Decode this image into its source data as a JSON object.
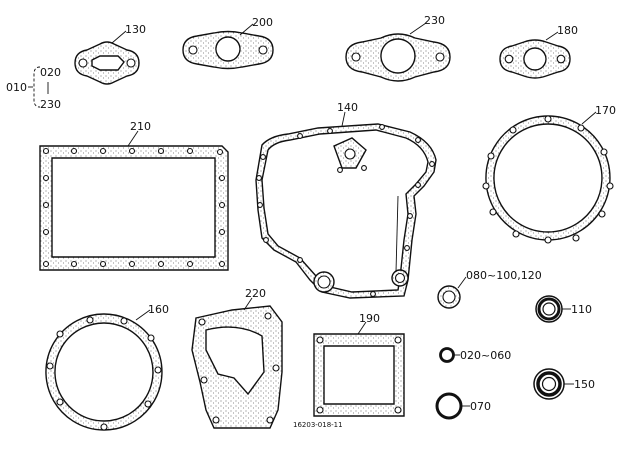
{
  "parts": {
    "p130": "130",
    "p200": "200",
    "p230": "230",
    "p180": "180",
    "p010": "010",
    "p020": "020",
    "p230b": "230",
    "p140": "140",
    "p210": "210",
    "p170": "170",
    "p080": "080~100,120",
    "p110": "110",
    "p160": "160",
    "p220": "220",
    "p190": "190",
    "p020r": "020~060",
    "p070": "070",
    "p150": "150"
  },
  "drawing_code": "16203-018-11",
  "colors": {
    "ink": "#111111",
    "paper": "#ffffff"
  }
}
